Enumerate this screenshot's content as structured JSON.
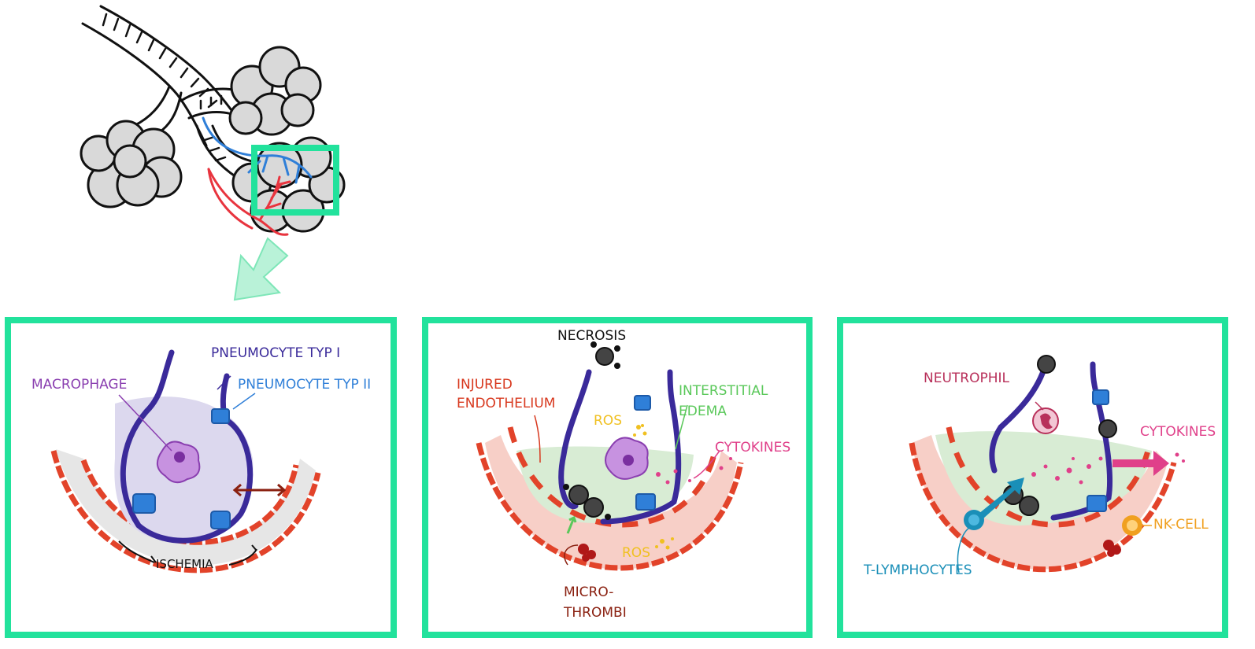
{
  "overview": {
    "title": "",
    "zoom_box_color": "#22e29c"
  },
  "panel1": {
    "pneumocyte_typ1": "PNEUMOCYTE TYP I",
    "pneumocyte_typ2": "PNEUMOCYTE TYP II",
    "macrophage": "MACROPHAGE",
    "ischemia": "ISCHEMIA"
  },
  "panel2": {
    "necrosis": "NECROSIS",
    "injured_line1": "INJURED",
    "injured_line2": "ENDOTHELIUM",
    "interstitial_line1": "INTERSTITIAL",
    "interstitial_line2": "EDEMA",
    "ros_top": "ROS",
    "ros_bottom": "ROS",
    "cytokines": "CYTOKINES",
    "microthrombi_line1": "MICRO-",
    "microthrombi_line2": "THROMBI"
  },
  "panel3": {
    "neutrophil": "NEUTROPHIL",
    "cytokines": "CYTOKINES",
    "t_lymphocytes": "T-LYMPHOCYTES",
    "nk_cell": "NK-CELL"
  },
  "colors": {
    "frame": "#22e29c",
    "pneumocyte1": "#3a2a9a",
    "pneumocyte2": "#2f7fd8",
    "macrophage": "#8a3fb0",
    "vessel": "#e2432a",
    "injured": "#d8391f",
    "edema": "#5ac85a",
    "ros": "#f0c020",
    "cytokines": "#e0408a",
    "microthrombi": "#8a2010",
    "neutrophil": "#b8305a",
    "t_lymphocytes": "#1a8fb8",
    "nk_cell": "#f0a020"
  }
}
